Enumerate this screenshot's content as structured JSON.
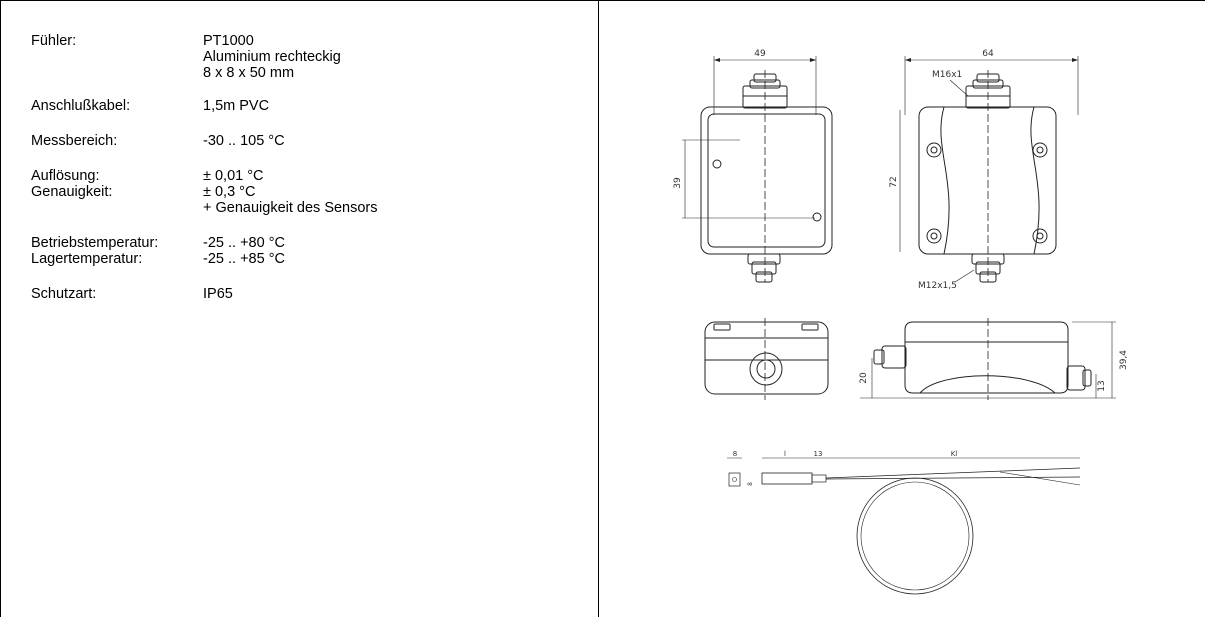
{
  "specs": [
    {
      "label": "Fühler:",
      "values": [
        "PT1000",
        "Aluminium rechteckig",
        "8 x 8 x 50 mm"
      ]
    },
    {
      "label": "Anschlußkabel:",
      "values": [
        "1,5m  PVC"
      ]
    },
    {
      "label": "Messbereich:",
      "values": [
        "-30 .. 105 °C"
      ]
    },
    {
      "label": "Auflösung:",
      "values": [
        "± 0,01 °C"
      ]
    },
    {
      "label": "Genauigkeit:",
      "values": [
        "± 0,3 °C",
        "+ Genauigkeit des Sensors"
      ]
    },
    {
      "label": "Betriebstemperatur:",
      "values": [
        "-25 .. +80 °C"
      ]
    },
    {
      "label": "Lagertemperatur:",
      "values": [
        "-25 .. +85 °C"
      ]
    },
    {
      "label": "Schutzart:",
      "values": [
        "IP65"
      ]
    }
  ],
  "drawing": {
    "front_width": "49",
    "side_width": "64",
    "gland_top": "M16x1",
    "hole_spacing": "39",
    "height": "72",
    "gland_bottom": "M12x1,5",
    "side_h1": "20",
    "side_h2": "13",
    "side_h3": "39,4",
    "probe_dim_b": "8",
    "probe_dim_l": "l",
    "probe_dim_13": "13",
    "probe_dim_kl": "Kl",
    "probe_dim_side": "8"
  }
}
